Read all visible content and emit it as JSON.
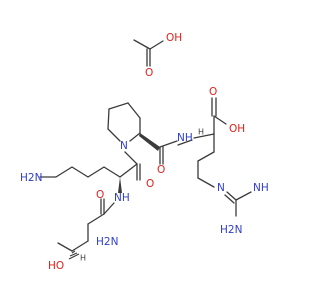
{
  "labels": {
    "acetic_oh": "OH",
    "acetic_o": "O",
    "acid_oh": "OH",
    "acid_o": "O",
    "amide_nh_top": "NH",
    "proline_n": "N",
    "proline_co_o": "O",
    "lys_co_o": "O",
    "lys_amine": "H2N",
    "lys_nh": "NH",
    "thr_co_o": "O",
    "thr_nh2": "H2N",
    "thr_oh": "HO",
    "guan_n": "N",
    "guan_nh": "NH",
    "guan_nh2": "H2N",
    "stereo_h1": "H",
    "stereo_h2": "H"
  },
  "colors": {
    "bond": "#3b3b3b",
    "oxygen": "#e0211c",
    "nitrogen": "#2f3fc8"
  }
}
